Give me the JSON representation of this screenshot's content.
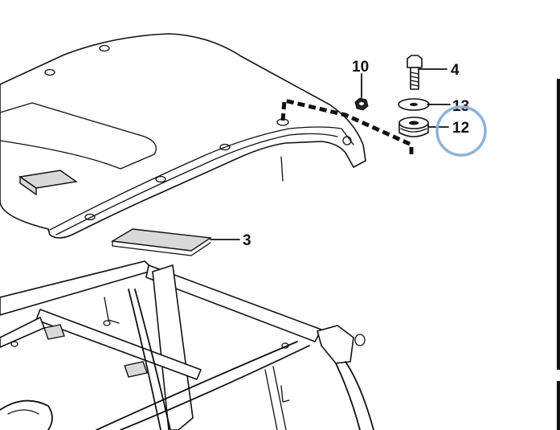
{
  "diagram": {
    "callouts": {
      "label_10": "10",
      "label_4": "4",
      "label_13": "13",
      "label_12": "12",
      "label_3": "3"
    },
    "highlight_color": "#8fb3d9",
    "ink_color": "#111111"
  }
}
